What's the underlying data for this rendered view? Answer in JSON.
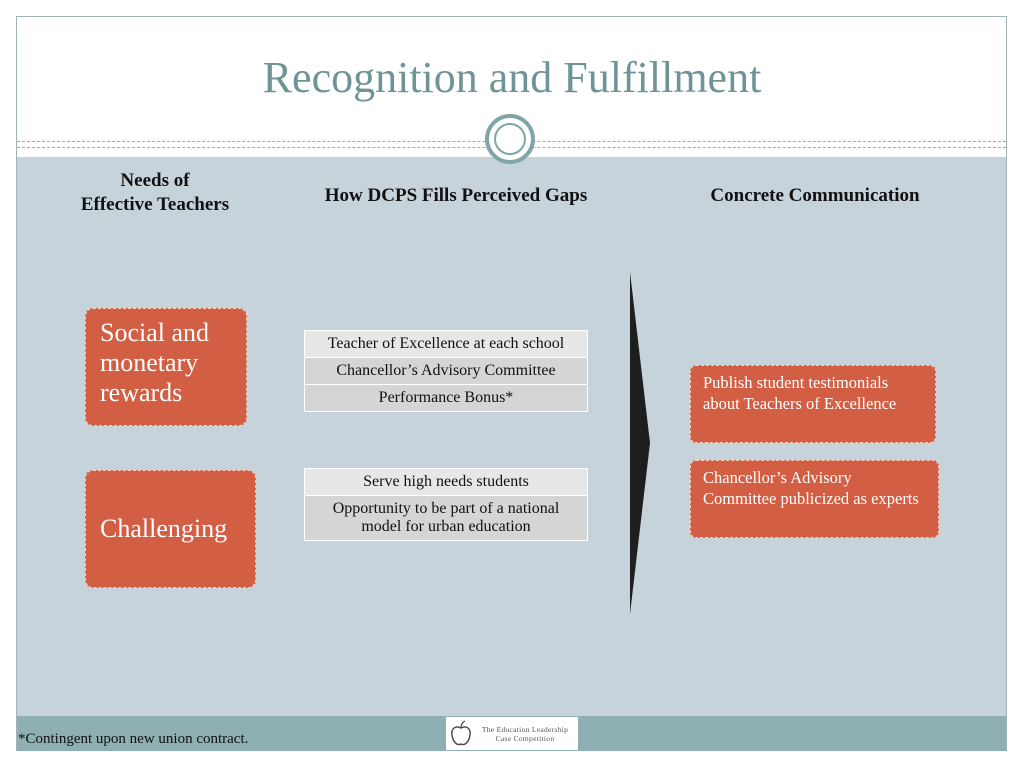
{
  "slide": {
    "title": "Recognition and Fulfillment"
  },
  "headers": {
    "needs_line1": "Needs of",
    "needs_line2": "Effective Teachers",
    "gaps": "How DCPS Fills Perceived Gaps",
    "communication": "Concrete Communication"
  },
  "needs": [
    {
      "label": "Social and monetary rewards"
    },
    {
      "label": "Challenging"
    }
  ],
  "gaps": {
    "group1": [
      "Teacher of Excellence at each school",
      "Chancellor’s Advisory Committee",
      "Performance Bonus*"
    ],
    "group2": [
      "Serve high needs students",
      "Opportunity to be part of a national model for urban education"
    ]
  },
  "communication": [
    {
      "text": "Publish student testimonials about Teachers of Excellence"
    },
    {
      "text": "Chancellor’s Advisory Committee publicized as experts"
    }
  ],
  "footer": {
    "footnote": "*Contingent upon new union contract.",
    "logo_line1": "The Education Leadership",
    "logo_line2": "Case Competition"
  },
  "colors": {
    "accent_orange": "#d25e44",
    "title_teal": "#6f9498",
    "content_bg": "#c6d3da",
    "footer_bar": "#8fb0b3"
  }
}
